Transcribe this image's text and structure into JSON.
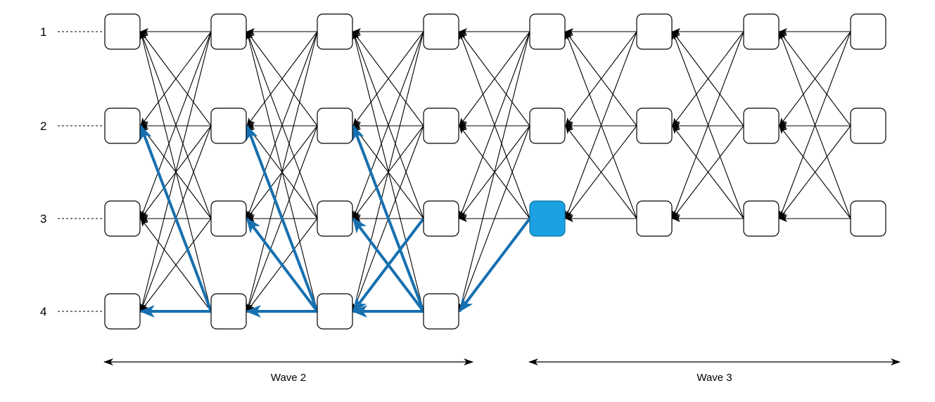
{
  "rows": [
    "1",
    "2",
    "3",
    "4"
  ],
  "columns": 8,
  "colors": {
    "node_fill": "#ffffff",
    "node_stroke": "#000000",
    "edge": "#000000",
    "highlight": "#1670b0",
    "highlight_node_fill": "#1ba1e2",
    "highlight_node_stroke": "#10739e"
  },
  "nodes": [
    {
      "col": 0,
      "row": 0
    },
    {
      "col": 0,
      "row": 1
    },
    {
      "col": 0,
      "row": 2
    },
    {
      "col": 0,
      "row": 3
    },
    {
      "col": 1,
      "row": 0
    },
    {
      "col": 1,
      "row": 1
    },
    {
      "col": 1,
      "row": 2
    },
    {
      "col": 1,
      "row": 3
    },
    {
      "col": 2,
      "row": 0
    },
    {
      "col": 2,
      "row": 1
    },
    {
      "col": 2,
      "row": 2
    },
    {
      "col": 2,
      "row": 3
    },
    {
      "col": 3,
      "row": 0
    },
    {
      "col": 3,
      "row": 1
    },
    {
      "col": 3,
      "row": 2
    },
    {
      "col": 3,
      "row": 3
    },
    {
      "col": 4,
      "row": 0
    },
    {
      "col": 4,
      "row": 1
    },
    {
      "col": 4,
      "row": 2,
      "highlight": true
    },
    {
      "col": 5,
      "row": 0
    },
    {
      "col": 5,
      "row": 1
    },
    {
      "col": 5,
      "row": 2
    },
    {
      "col": 6,
      "row": 0
    },
    {
      "col": 6,
      "row": 1
    },
    {
      "col": 6,
      "row": 2
    },
    {
      "col": 7,
      "row": 0
    },
    {
      "col": 7,
      "row": 1
    },
    {
      "col": 7,
      "row": 2
    }
  ],
  "highlight_edges": [
    {
      "from": [
        1,
        3
      ],
      "to": [
        0,
        3
      ]
    },
    {
      "from": [
        1,
        3
      ],
      "to": [
        0,
        1
      ]
    },
    {
      "from": [
        2,
        3
      ],
      "to": [
        1,
        3
      ]
    },
    {
      "from": [
        2,
        3
      ],
      "to": [
        1,
        1
      ]
    },
    {
      "from": [
        2,
        3
      ],
      "to": [
        1,
        2
      ]
    },
    {
      "from": [
        3,
        3
      ],
      "to": [
        2,
        3
      ]
    },
    {
      "from": [
        3,
        3
      ],
      "to": [
        2,
        1
      ]
    },
    {
      "from": [
        3,
        3
      ],
      "to": [
        2,
        2
      ]
    },
    {
      "from": [
        3,
        2
      ],
      "to": [
        2,
        3
      ]
    },
    {
      "from": [
        4,
        2
      ],
      "to": [
        3,
        3
      ]
    }
  ],
  "waves": [
    {
      "label": "Wave 2",
      "from_col": 0,
      "to_col": 3
    },
    {
      "label": "Wave 3",
      "from_col": 4,
      "to_col": 7
    }
  ]
}
